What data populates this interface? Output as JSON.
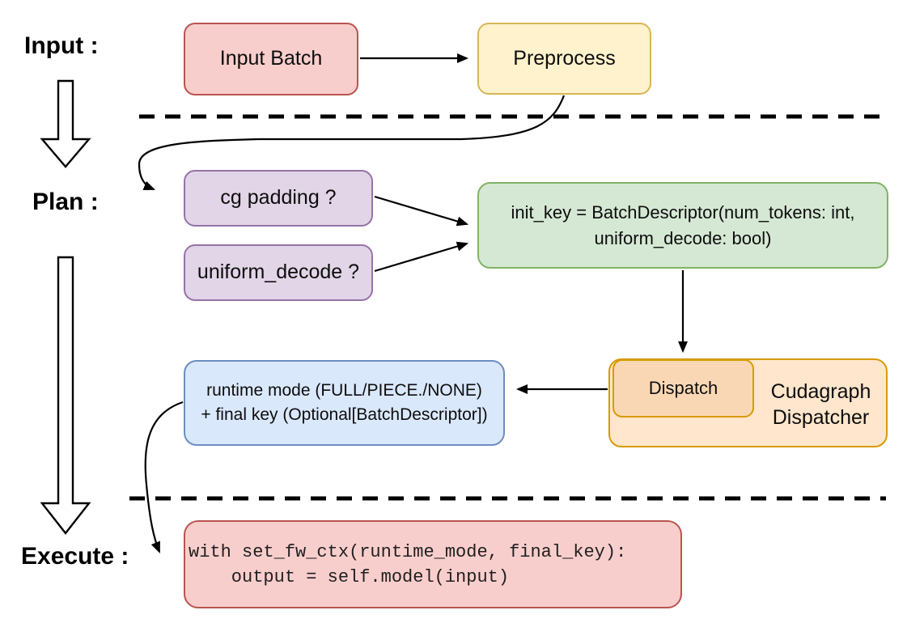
{
  "stage_labels": {
    "input": "Input :",
    "plan": "Plan :",
    "execute": "Execute :"
  },
  "nodes": {
    "input_batch": {
      "label": "Input Batch"
    },
    "preprocess": {
      "label": "Preprocess"
    },
    "cg_padding": {
      "label": "cg padding ?"
    },
    "uniform_decode": {
      "label": "uniform_decode ?"
    },
    "init_key": {
      "line1": "init_key = BatchDescriptor(num_tokens: int,",
      "line2": "uniform_decode: bool)"
    },
    "dispatch": {
      "label": "Dispatch"
    },
    "cudagraph_dispatcher": {
      "line1": "Cudagraph",
      "line2": "Dispatcher"
    },
    "runtime_mode": {
      "line1": "runtime mode (FULL/PIECE./NONE)",
      "line2": "+ final key (Optional[BatchDescriptor])"
    },
    "execute_code": {
      "line1": "with set_fw_ctx(runtime_mode, final_key):",
      "line2": "    output = self.model(input)"
    }
  },
  "colors": {
    "node_red_fill": "#f8cecc",
    "node_red_stroke": "#b85450",
    "node_yellow_fill": "#fff2cc",
    "node_yellow_stroke": "#d6b656",
    "node_purple_fill": "#e1d5e7",
    "node_purple_stroke": "#9673a6",
    "node_green_fill": "#d5e8d4",
    "node_green_stroke": "#82b366",
    "node_blue_fill": "#dae8fc",
    "node_blue_stroke": "#6c8ebf",
    "node_orange_fill": "#ffe6cc",
    "node_orange_inner_fill": "#fad7b4",
    "node_orange_stroke": "#d79b00",
    "connector": "#000000",
    "background": "#ffffff"
  }
}
